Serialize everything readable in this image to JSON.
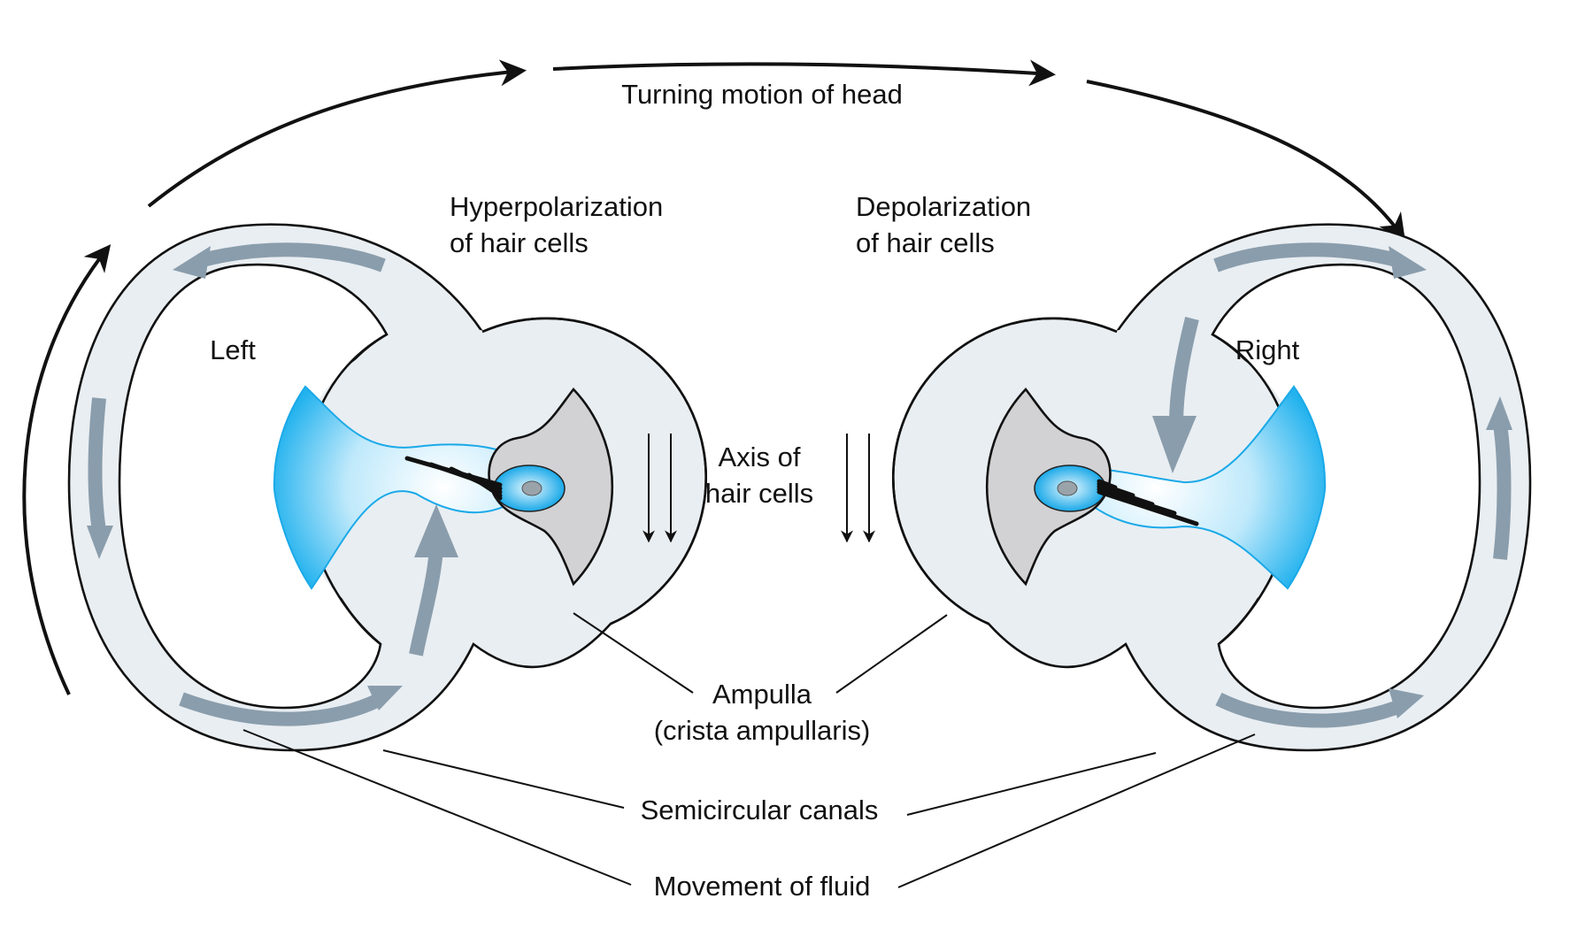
{
  "labels": {
    "turning_motion": "Turning motion of head",
    "hyperpolarization_line1": "Hyperpolarization",
    "hyperpolarization_line2": "of hair cells",
    "depolarization_line1": "Depolarization",
    "depolarization_line2": "of hair cells",
    "left": "Left",
    "right": "Right",
    "axis_line1": "Axis of",
    "axis_line2": "hair cells",
    "ampulla_line1": "Ampulla",
    "ampulla_line2": "(crista ampullaris)",
    "semicircular_canals": "Semicircular canals",
    "movement_of_fluid": "Movement of fluid"
  },
  "colors": {
    "canal_fill": "#e9eef2",
    "fluid_arrow": "#8a9dac",
    "cupula_blue": "#33b7ee",
    "crista_gray": "#d2d2d4",
    "outline": "#111111"
  }
}
